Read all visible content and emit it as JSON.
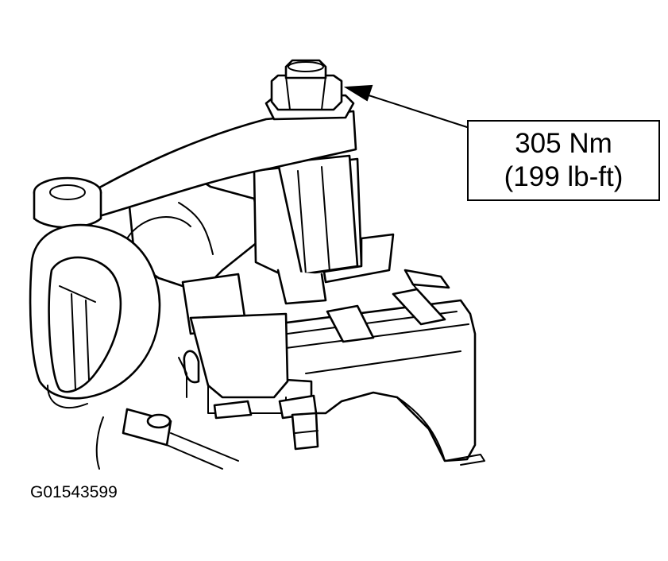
{
  "callout": {
    "torque_metric": "305 Nm",
    "torque_imperial": "(199 lb-ft)"
  },
  "figure": {
    "id": "G01543599"
  },
  "colors": {
    "ink": "#000000",
    "paper": "#ffffff"
  }
}
